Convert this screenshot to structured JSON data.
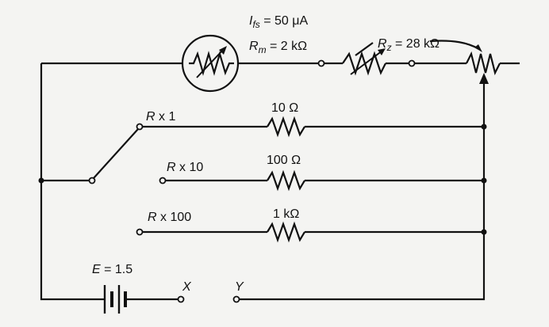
{
  "meter": {
    "ifs_symbol": "I",
    "ifs_subscript": "fs",
    "ifs_value": " = 50 μA",
    "rm_symbol": "R",
    "rm_subscript": "m",
    "rm_value": " = 2 kΩ"
  },
  "series_resistor": {
    "symbol": "R",
    "subscript": "z",
    "value": " = 28 kΩ"
  },
  "ranges": [
    {
      "label_symbol": "R",
      "label_mult": " x 1",
      "resistor": "10 Ω"
    },
    {
      "label_symbol": "R",
      "label_mult": " x 10",
      "resistor": "100 Ω"
    },
    {
      "label_symbol": "R",
      "label_mult": " x 100",
      "resistor": "1 kΩ"
    }
  ],
  "battery": {
    "symbol": "E",
    "value": " = 1.5"
  },
  "terminals": {
    "x": "X",
    "y": "Y"
  }
}
